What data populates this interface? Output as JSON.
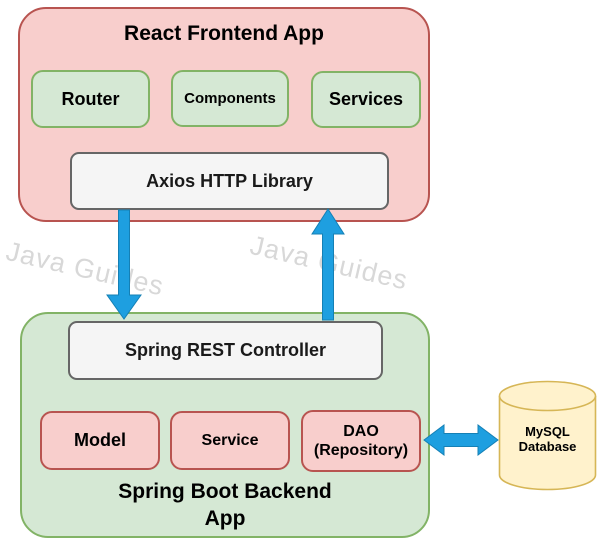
{
  "watermark": {
    "text": "Java Guides"
  },
  "frontend": {
    "title": "React Frontend App",
    "modules": [
      "Router",
      "Components",
      "Services"
    ],
    "library": "Axios HTTP Library"
  },
  "backend": {
    "title": "Spring Boot Backend App",
    "controller": "Spring REST Controller",
    "modules": [
      "Model",
      "Service"
    ],
    "dao": {
      "line1": "DAO",
      "line2": "(Repository)"
    }
  },
  "database": {
    "line1": "MySQL",
    "line2": "Database"
  },
  "colors": {
    "frontend_fill": "#F8CECC",
    "frontend_border": "#B85450",
    "backend_fill": "#D5E8D4",
    "backend_border": "#82B366",
    "gray_fill": "#F5F5F5",
    "gray_border": "#666666",
    "database_fill": "#FFF2CC",
    "database_border": "#D6B656",
    "arrow": "#1E9FE0",
    "watermark": "#D8D8D8"
  }
}
